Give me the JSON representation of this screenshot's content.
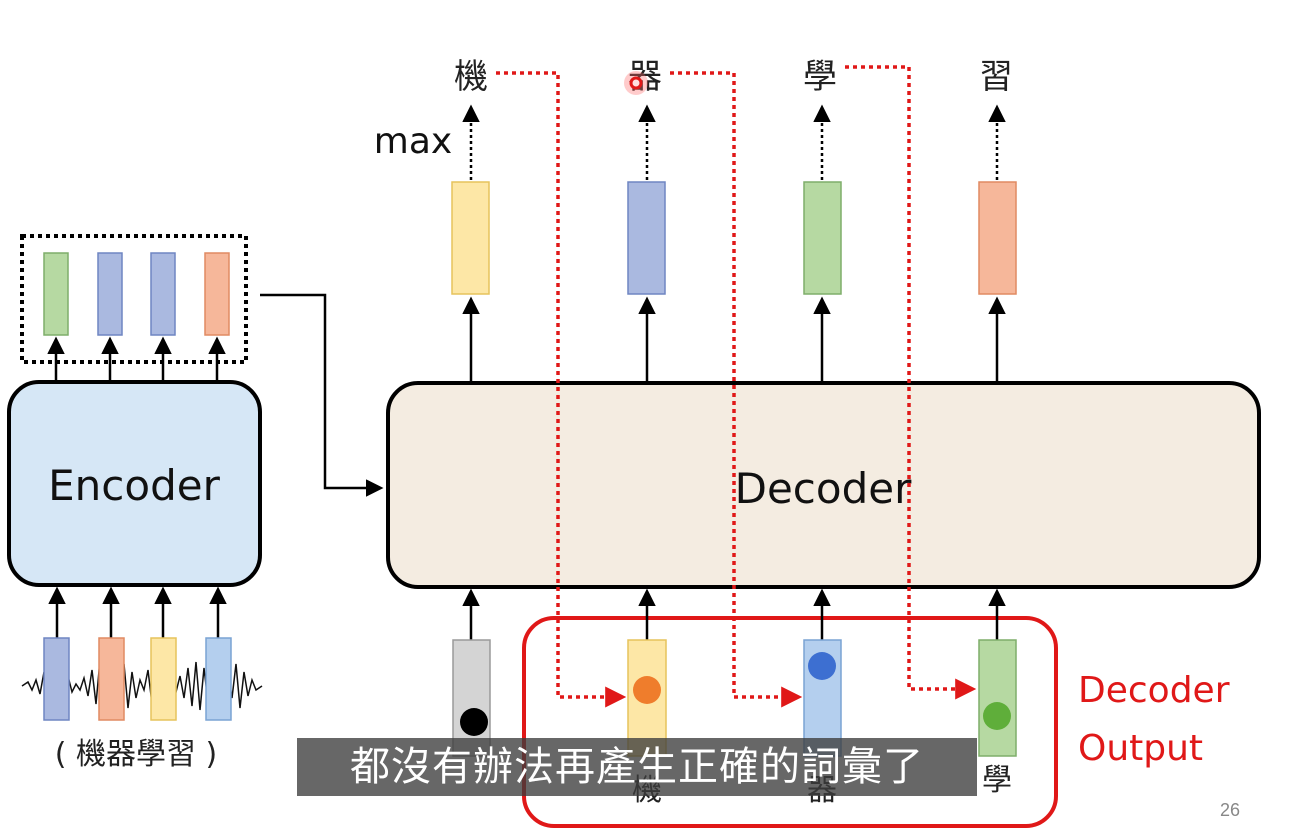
{
  "encoder": {
    "label": "Encoder"
  },
  "decoder": {
    "label": "Decoder"
  },
  "max_label": "max",
  "input_caption": "( 機器學習 )",
  "output_tokens": [
    "機",
    "器",
    "學",
    "習"
  ],
  "decoder_inputs": [
    "機",
    "器",
    "學"
  ],
  "decoder_output_label": {
    "line1": "Decoder",
    "line2": "Output"
  },
  "subtitle": "都沒有辦法再產生正確的詞彙了",
  "page_number": "26",
  "colors": {
    "yellow": "#fde7a6",
    "blue": "#aab9e0",
    "green": "#b6d9a2",
    "orange": "#f6b79a",
    "gray": "#d4d4d4",
    "light_blue": "#b4cfee",
    "red": "#e01818",
    "encoder_fill": "#d6e7f6",
    "decoder_fill": "#f4ece1"
  }
}
